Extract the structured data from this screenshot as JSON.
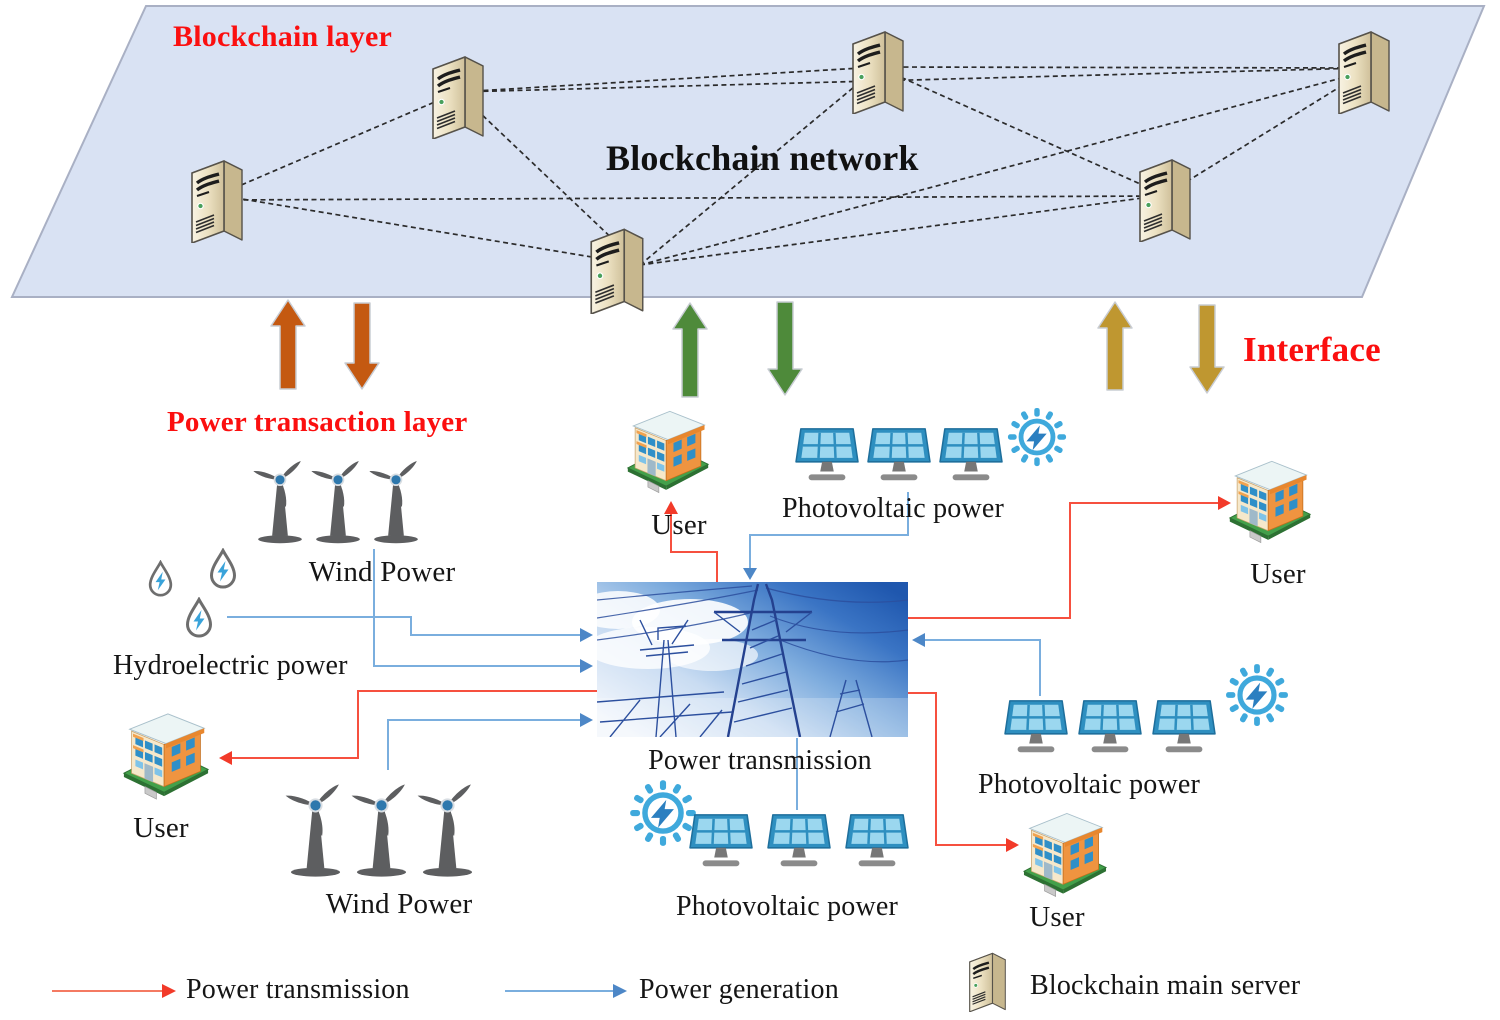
{
  "diagram": {
    "blockchain_layer": {
      "title": "Blockchain layer",
      "network_label": "Blockchain network",
      "server_count": 6
    },
    "interface_label": "Interface",
    "transaction_layer": {
      "title": "Power transaction layer",
      "hub_caption": "Power transmission",
      "generators": {
        "wind_top": "Wind Power",
        "wind_bottom": "Wind Power",
        "hydro": "Hydroelectric power",
        "pv_top": "Photovoltaic power",
        "pv_right": "Photovoltaic power",
        "pv_bottom": "Photovoltaic power"
      },
      "users": {
        "top": "User",
        "left": "User",
        "right": "User",
        "bottom_right": "User"
      }
    },
    "legend": [
      {
        "symbol": "red-arrow",
        "label": "Power transmission"
      },
      {
        "symbol": "blue-arrow",
        "label": "Power generation"
      },
      {
        "symbol": "server-icon",
        "label": "Blockchain main server"
      }
    ],
    "colors": {
      "plane_fill": "#d9e2f3",
      "plane_border": "#a9b0c4",
      "label_red": "#fb0f0f",
      "arrow_orange": "#c45911",
      "arrow_green": "#4e8a3a",
      "arrow_gold": "#bf9730",
      "transmission_line_red": "#f6503f",
      "generation_line_blue": "#7aaede",
      "network_dash": "#2b2b2b",
      "server_beige": "#e9dfc0",
      "panel_blue": "#2e8fc0",
      "turbine_gray": "#5d5e60",
      "building_orange": "#ef9440"
    },
    "icons": [
      "blockchain-server-icon",
      "wind-turbine-icon",
      "water-drop-bolt-icon",
      "solar-panel-icon",
      "sun-gear-icon",
      "user-building-icon",
      "transmission-photo"
    ]
  }
}
